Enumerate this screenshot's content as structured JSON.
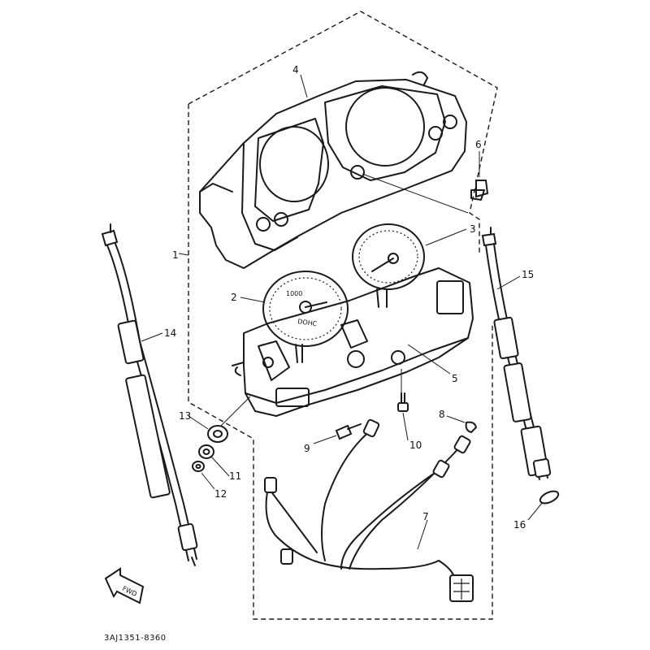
{
  "diagram": {
    "drawing_code": "3AJ1351-8360",
    "fwd_label": "FWD",
    "gauge_labels": {
      "tach_readout": "1000",
      "tach_brand": "DOHC"
    },
    "callouts": [
      {
        "id": "1",
        "label": "1"
      },
      {
        "id": "2",
        "label": "2"
      },
      {
        "id": "3",
        "label": "3"
      },
      {
        "id": "4",
        "label": "4"
      },
      {
        "id": "5",
        "label": "5"
      },
      {
        "id": "6",
        "label": "6"
      },
      {
        "id": "7",
        "label": "7"
      },
      {
        "id": "8",
        "label": "8"
      },
      {
        "id": "9",
        "label": "9"
      },
      {
        "id": "10",
        "label": "10"
      },
      {
        "id": "11",
        "label": "11"
      },
      {
        "id": "12",
        "label": "12"
      },
      {
        "id": "13",
        "label": "13"
      },
      {
        "id": "14",
        "label": "14"
      },
      {
        "id": "15",
        "label": "15"
      },
      {
        "id": "16",
        "label": "16"
      }
    ]
  }
}
